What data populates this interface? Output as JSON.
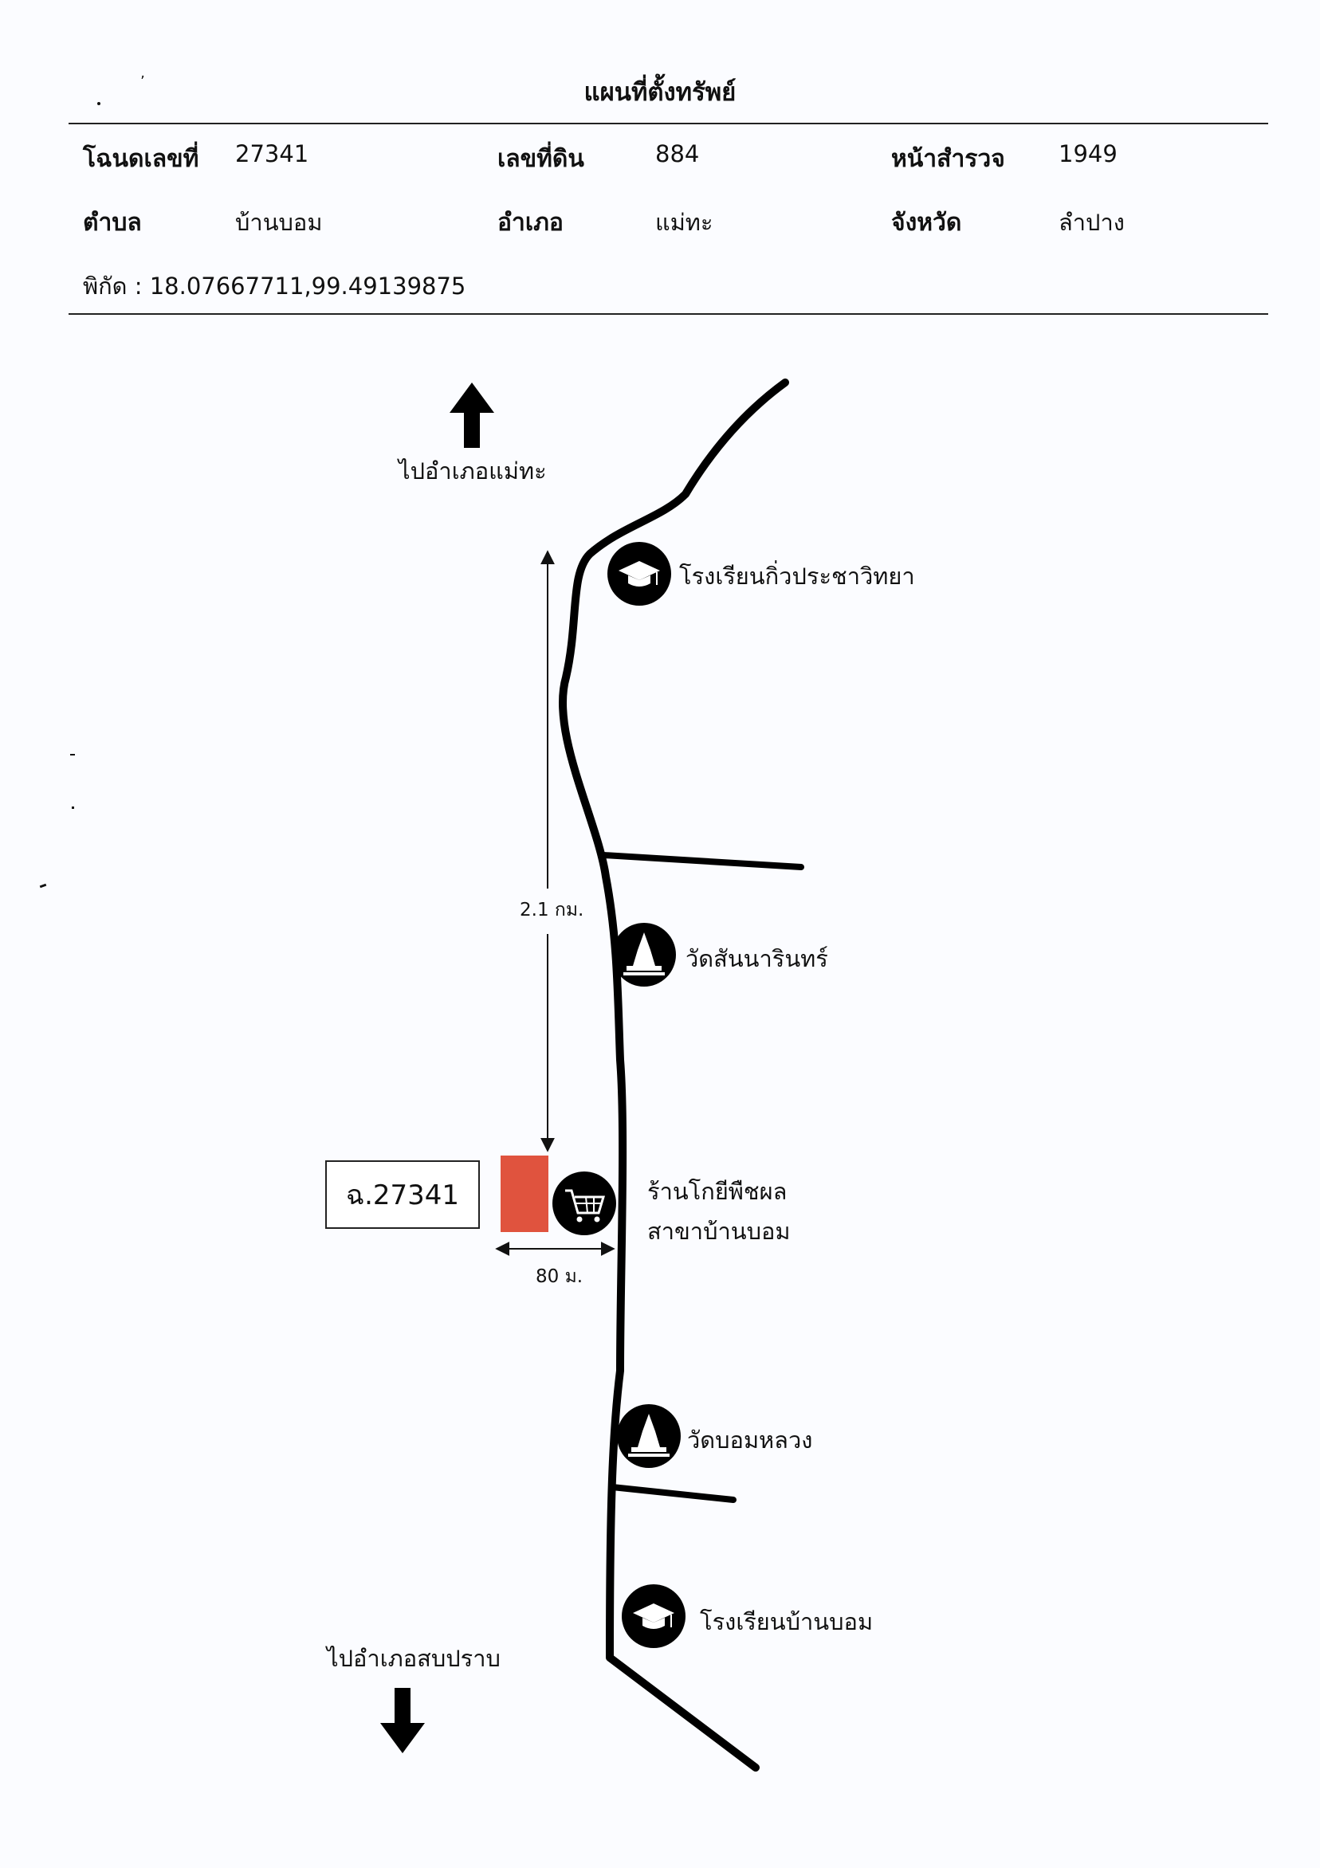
{
  "header": {
    "title": "แผนที่ตั้งทรัพย์",
    "deed_no_label": "โฉนดเลขที่",
    "deed_no": "27341",
    "land_no_label": "เลขที่ดิน",
    "land_no": "884",
    "survey_page_label": "หน้าสำรวจ",
    "survey_page": "1949",
    "subdistrict_label": "ตำบล",
    "subdistrict": "บ้านบอม",
    "district_label": "อำเภอ",
    "district": "แม่ทะ",
    "province_label": "จังหวัด",
    "province": "ลำปาง",
    "coordinates": "พิกัด : 18.07667711,99.49139875"
  },
  "map": {
    "north_direction": "ไปอำเภอแม่ทะ",
    "south_direction": "ไปอำเภอสบปราบ",
    "distance_label": "2.1 กม.",
    "offset_label": "80 ม.",
    "parcel_label": "ฉ.27341",
    "parcel_color": "#e0533e",
    "road_color": "#000000",
    "landmarks": [
      {
        "name": "โรงเรียนกิ่วประชาวิทยา",
        "icon": "graduation-cap-icon"
      },
      {
        "name": "วัดสันนารินทร์",
        "icon": "temple-icon"
      },
      {
        "name": "ร้านโกยีพืชผล",
        "name_line2": "สาขาบ้านบอม",
        "icon": "shopping-cart-icon"
      },
      {
        "name": "วัดบอมหลวง",
        "icon": "temple-icon"
      },
      {
        "name": "โรงเรียนบ้านบอม",
        "icon": "graduation-cap-icon"
      }
    ]
  }
}
